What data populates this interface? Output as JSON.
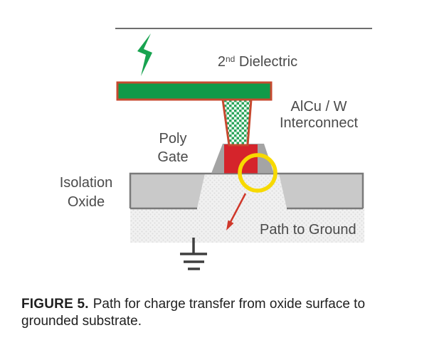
{
  "figure": {
    "labels": {
      "dielectric_num": "2",
      "dielectric_sup": "nd",
      "dielectric_word": "Dielectric",
      "interconnect_line1": "AlCu / W",
      "interconnect_line2": "Interconnect",
      "poly_line1": "Poly",
      "poly_line2": "Gate",
      "isolation_line1": "Isolation",
      "isolation_line2": "Oxide",
      "path_to_ground": "Path to Ground"
    },
    "caption": {
      "label": "FIGURE 5.",
      "line1": "Path for charge transfer from oxide surface to",
      "line2": "grounded substrate."
    },
    "colors": {
      "bolt_green": "#18a350",
      "metal_green": "#119a49",
      "metal_border_red": "#c7492f",
      "gate_red": "#d5242b",
      "pedestal_gray": "#a4a4a4",
      "oxide_gray": "#c9c9c9",
      "oxide_outline_gray": "#7a7a7a",
      "substrate_light": "#f1f1f1",
      "highlight_yellow": "#f7d900",
      "arrow_red": "#cf372a",
      "ground_symbol_gray": "#3f3f3f",
      "surface_line_gray": "#6e6e6e",
      "label_text_gray": "#4a4a4a",
      "caption_text": "#1f1f1f"
    }
  }
}
